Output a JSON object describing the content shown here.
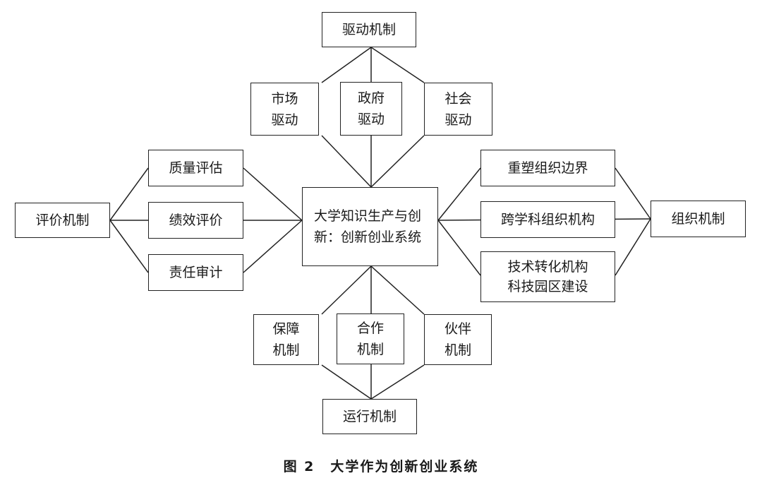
{
  "diagram": {
    "center": "大学知识生产与创新：创新创业系统",
    "top": {
      "title": "驱动机制",
      "items": [
        "市场\n驱动",
        "政府\n驱动",
        "社会\n驱动"
      ]
    },
    "left": {
      "title": "评价机制",
      "items": [
        "质量评估",
        "绩效评价",
        "责任审计"
      ]
    },
    "right": {
      "title": "组织机制",
      "items": [
        "重塑组织边界",
        "跨学科组织机构",
        "技术转化机构\n科技园区建设"
      ]
    },
    "bottom": {
      "title": "运行机制",
      "items": [
        "保障\n机制",
        "合作\n机制",
        "伙伴\n机制"
      ]
    }
  },
  "caption": {
    "number": "图 2",
    "title": "大学作为创新创业系统"
  }
}
